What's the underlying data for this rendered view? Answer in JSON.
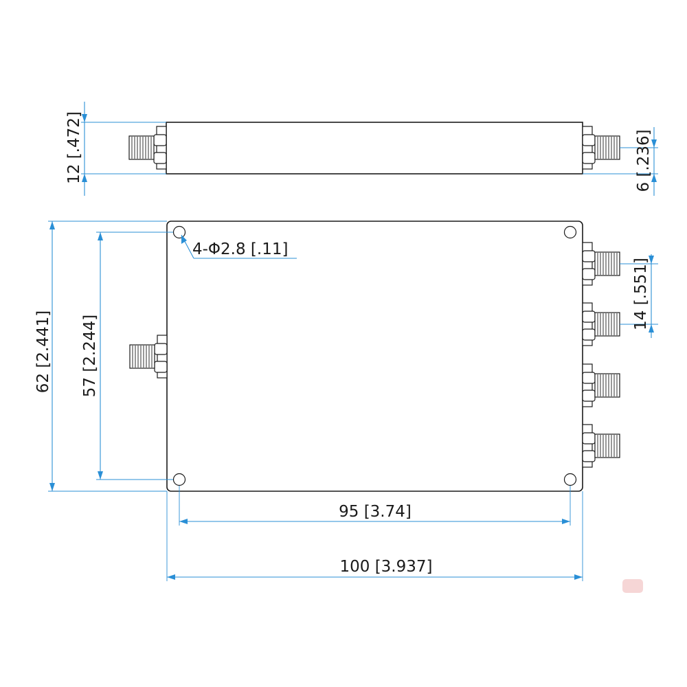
{
  "dimensions": {
    "side_height": "12 [.472]",
    "connector_offset": "6 [.236]",
    "overall_height": "62 [2.441]",
    "hole_pitch_vertical": "57 [2.244]",
    "mounting_holes": "4-Φ2.8 [.11]",
    "connector_pitch": "14 [.551]",
    "hole_pitch_horizontal": "95 [3.74]",
    "overall_width": "100 [3.937]"
  },
  "colors": {
    "outline": "#1a1a1a",
    "dimension": "#2a8fd6"
  }
}
